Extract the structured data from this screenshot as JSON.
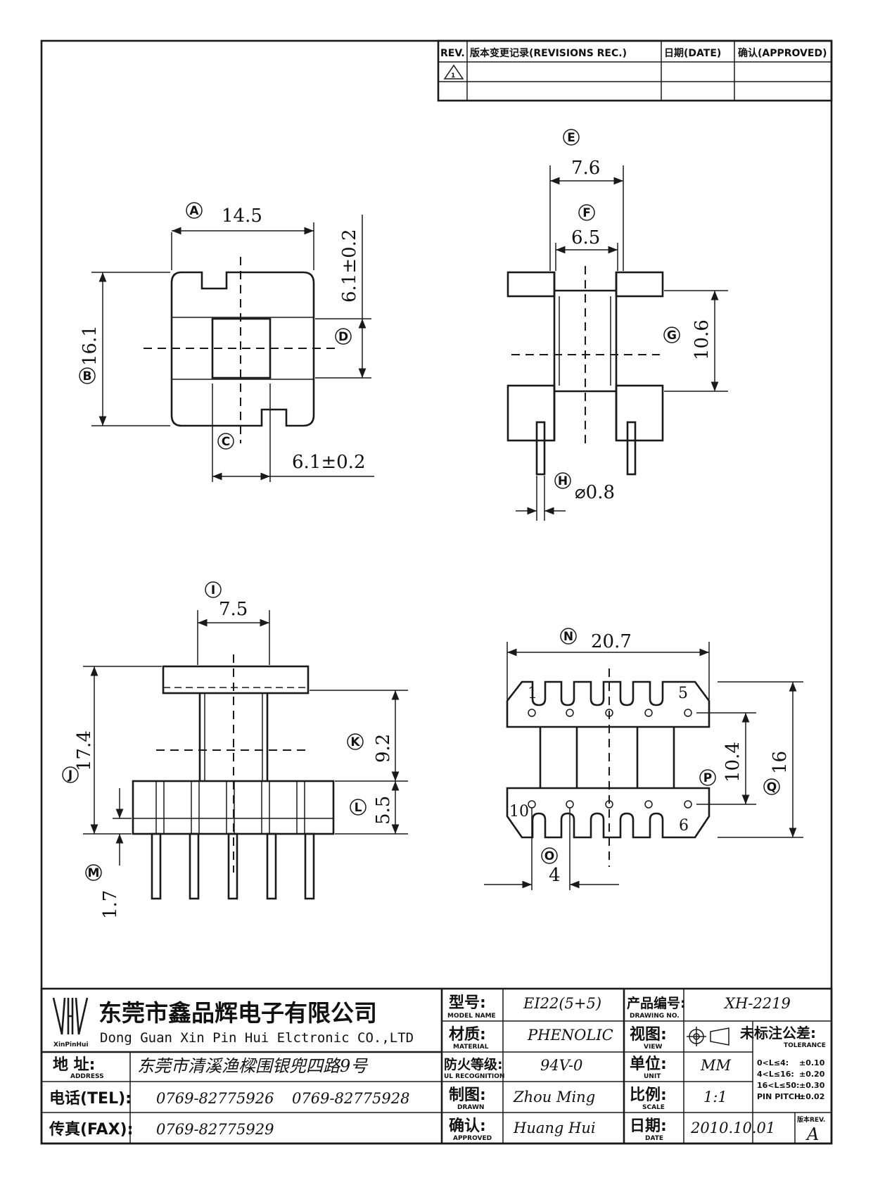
{
  "revision_table": {
    "headers": {
      "rev": "REV.",
      "record": "版本变更记录(REVISIONS REC.)",
      "date": "日期(DATE)",
      "approved": "确认(APPROVED)"
    },
    "rows": [
      {
        "rev": "1",
        "record": "",
        "date": "",
        "approved": ""
      }
    ]
  },
  "views": {
    "top": {
      "A": "14.5",
      "B": "16.1",
      "C": "6.1±0.2",
      "D": "6.1±0.2"
    },
    "side": {
      "E": "7.6",
      "F": "6.5",
      "G": "10.6",
      "H": "⌀0.8"
    },
    "front": {
      "I": "7.5",
      "J": "17.4",
      "K": "9.2",
      "L": "5.5",
      "M": "1.7"
    },
    "bottom": {
      "N": "20.7",
      "O": "4",
      "P": "10.4",
      "Q": "16"
    }
  },
  "pins": {
    "p1": "1",
    "p5": "5",
    "p10": "10",
    "p6": "6"
  },
  "title_block": {
    "company_cn": "东莞市鑫品辉电子有限公司",
    "company_en": "Dong Guan Xin Pin Hui Elctronic CO.,LTD",
    "logo_text": "XinPinHui",
    "address_label": "地  址:",
    "address_label_en": "ADDRESS",
    "address": "东莞市清溪渔樑围银兜四路9号",
    "tel_label": "电话(TEL):",
    "tel1": "0769-82775926",
    "tel2": "0769-82775928",
    "fax_label": "传真(FAX):",
    "fax": "0769-82775929",
    "model_label": "型号:",
    "model_label_en": "MODEL NAME",
    "model": "EI22(5+5)",
    "drawing_no_label": "产品编号:",
    "drawing_no_label_en": "DRAWING NO.",
    "drawing_no": "XH-2219",
    "material_label": "材质:",
    "material_label_en": "MATERIAL",
    "material": "PHENOLIC",
    "view_label": "视图:",
    "view_label_en": "VIEW",
    "ul_label": "防火等级:",
    "ul_label_en": "UL RECOGNITION",
    "ul": "94V-0",
    "unit_label": "单位:",
    "unit_label_en": "UNIT",
    "unit": "MM",
    "drawn_label": "制图:",
    "drawn_label_en": "DRAWN",
    "drawn": "Zhou Ming",
    "scale_label": "比例:",
    "scale_label_en": "SCALE",
    "scale": "1:1",
    "approved_label": "确认:",
    "approved_label_en": "APPROVED",
    "approved": "Huang Hui",
    "date_label": "日期:",
    "date_label_en": "DATE",
    "date": "2010.10.01",
    "tolerance_title": "未标注公差:",
    "tolerance_en": "TOLERANCE",
    "tolerances": [
      {
        "range": "0<L≤4:",
        "value": "±0.10"
      },
      {
        "range": "4<L≤16:",
        "value": "±0.20"
      },
      {
        "range": "16<L≤50:",
        "value": "±0.30"
      },
      {
        "range": "PIN PITCH:",
        "value": "±0.02"
      }
    ],
    "rev_label": "版本REV.",
    "rev": "A"
  }
}
